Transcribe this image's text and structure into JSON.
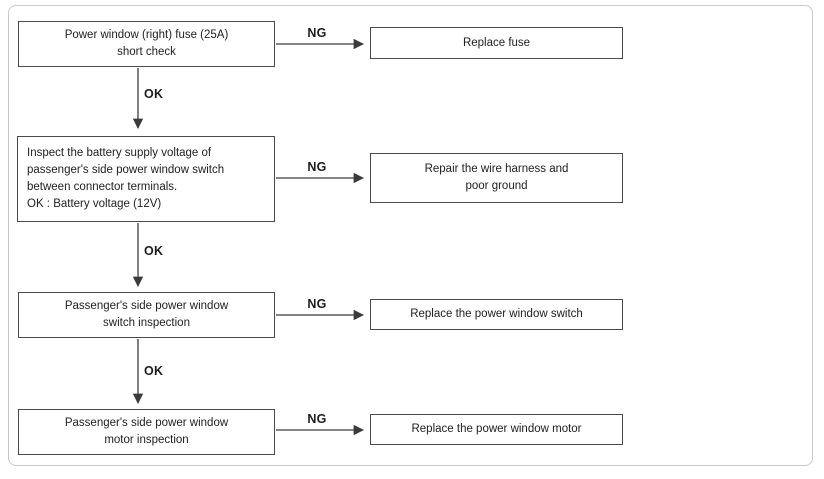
{
  "flowchart": {
    "steps": [
      {
        "name": "fuse-short-check",
        "lines": [
          "Power window (right) fuse (25A)",
          "short check"
        ]
      },
      {
        "name": "battery-supply-voltage-inspection",
        "lines": [
          "Inspect the battery supply voltage of",
          "passenger's side power window switch",
          "between connector terminals.",
          "OK : Battery voltage (12V)"
        ]
      },
      {
        "name": "switch-inspection",
        "lines": [
          "Passenger's side power window",
          "switch inspection"
        ]
      },
      {
        "name": "motor-inspection",
        "lines": [
          "Passenger's side power window",
          "motor inspection"
        ]
      }
    ],
    "actions": [
      {
        "name": "replace-fuse",
        "lines": [
          "Replace fuse"
        ]
      },
      {
        "name": "repair-wire-harness",
        "lines": [
          "Repair the wire harness and",
          "poor ground"
        ]
      },
      {
        "name": "replace-power-window-switch",
        "lines": [
          "Replace the power window switch"
        ]
      },
      {
        "name": "replace-power-window-motor",
        "lines": [
          "Replace the power window motor"
        ]
      }
    ],
    "labels": {
      "ok": "OK",
      "ng": "NG"
    },
    "colors": {
      "box_border": "#4a4a4c",
      "arrow": "#3b3b3b",
      "frame_border": "#c9c9c9",
      "text": "#212121",
      "background": "#ffffff"
    }
  }
}
